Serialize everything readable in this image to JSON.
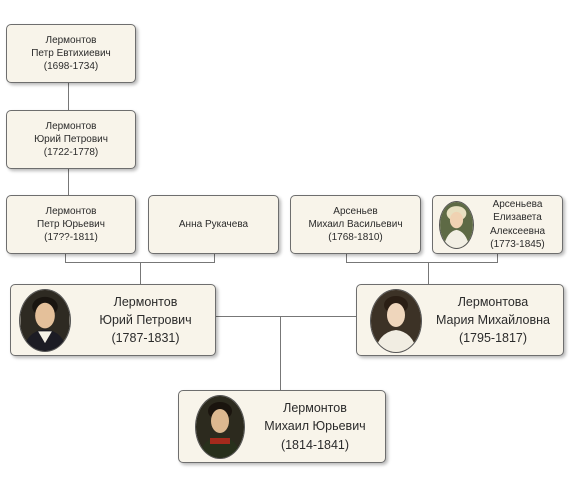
{
  "tree": {
    "petr_evtikhievich": {
      "surname": "Лермонтов",
      "name": "Петр Евтихиевич",
      "years": "(1698-1734)"
    },
    "yuri_petrovich_sr": {
      "surname": "Лермонтов",
      "name": "Юрий Петрович",
      "years": "(1722-1778)"
    },
    "petr_yurievich": {
      "surname": "Лермонтов",
      "name": "Петр Юрьевич",
      "years": "(17??-1811)"
    },
    "anna": {
      "full": "Анна Рукачева"
    },
    "arseniev": {
      "surname": "Арсеньев",
      "name": "Михаил Васильевич",
      "years": "(1768-1810)"
    },
    "arsenieva": {
      "surname": "Арсеньева",
      "first": "Елизавета",
      "patronymic": "Алексеевна",
      "years": "(1773-1845)"
    },
    "yuri_petrovich": {
      "surname": "Лермонтов",
      "name": "Юрий Петрович",
      "years": "(1787-1831)"
    },
    "maria": {
      "surname": "Лермонтова",
      "name": "Мария Михайловна",
      "years": "(1795-1817)"
    },
    "mikhail": {
      "surname": "Лермонтов",
      "name": "Михаил Юрьевич",
      "years": "(1814-1841)"
    }
  }
}
